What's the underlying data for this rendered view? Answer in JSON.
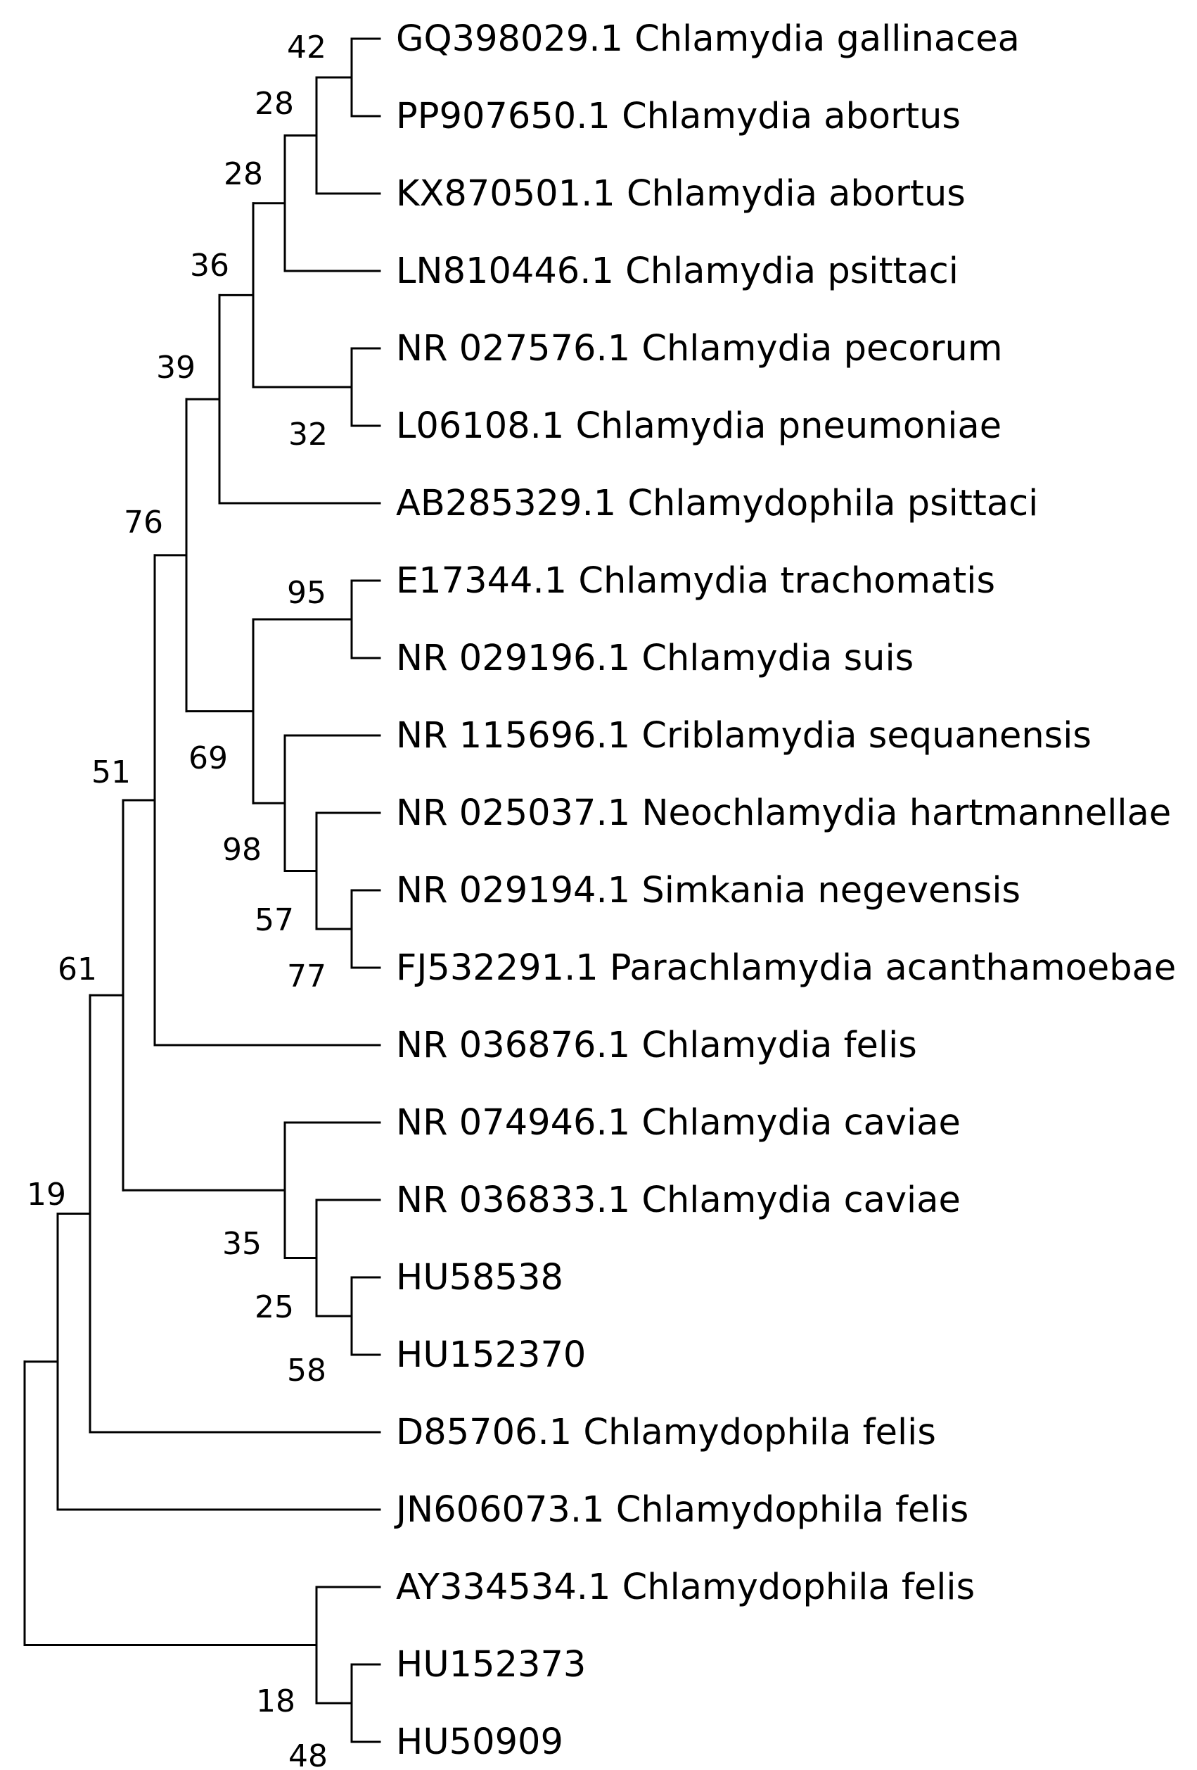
{
  "tree": {
    "taxa": [
      "GQ398029.1 Chlamydia gallinacea",
      "PP907650.1 Chlamydia abortus",
      "KX870501.1 Chlamydia abortus",
      "LN810446.1 Chlamydia psittaci",
      "NR 027576.1 Chlamydia pecorum",
      "L06108.1 Chlamydia pneumoniae",
      "AB285329.1 Chlamydophila psittaci",
      "E17344.1 Chlamydia trachomatis",
      "NR 029196.1 Chlamydia suis",
      "NR 115696.1 Criblamydia sequanensis",
      "NR 025037.1 Neochlamydia hartmannellae",
      "NR 029194.1 Simkania negevensis",
      "FJ532291.1 Parachlamydia acanthamoebae",
      "NR 036876.1 Chlamydia felis",
      "NR 074946.1 Chlamydia caviae",
      "NR 036833.1 Chlamydia caviae",
      "HU58538",
      "HU152370",
      "D85706.1 Chlamydophila felis",
      "JN606073.1 Chlamydophila felis",
      "AY334534.1 Chlamydophila felis",
      "HU152373",
      "HU50909"
    ],
    "support_values": [
      "42",
      "28",
      "28",
      "36",
      "39",
      "32",
      "76",
      "95",
      "69",
      "98",
      "57",
      "77",
      "51",
      "61",
      "35",
      "25",
      "58",
      "19",
      "18",
      "48"
    ]
  }
}
